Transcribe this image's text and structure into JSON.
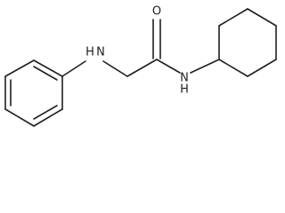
{
  "structure": {
    "labels": {
      "oxygen": "O",
      "amine_nitrogen": "N",
      "amine_hydrogen": "H",
      "amide_nitrogen": "N",
      "amide_hydrogen": "H"
    }
  }
}
